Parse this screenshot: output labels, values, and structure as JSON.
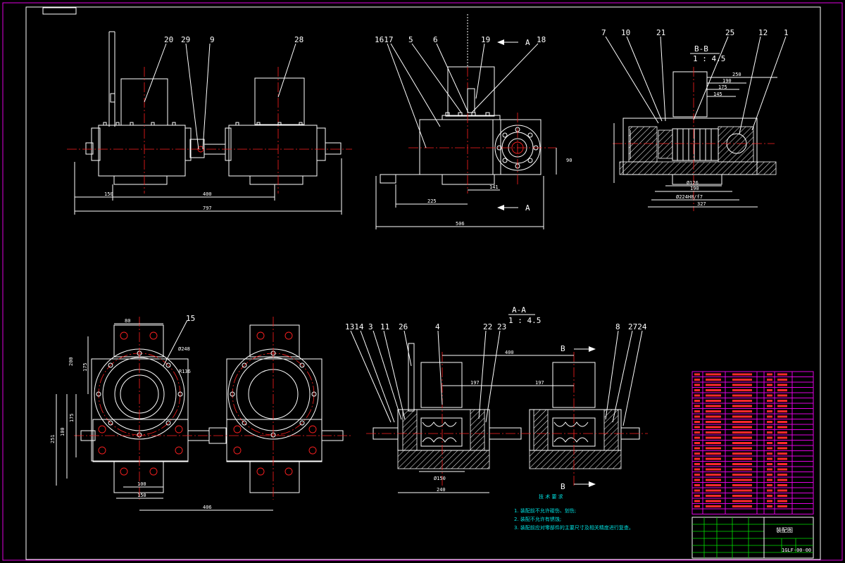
{
  "drawing": {
    "sheet_number": "",
    "section_bb": {
      "title": "B-B",
      "scale": "1 : 4.5"
    },
    "section_aa": {
      "title": "A-A",
      "scale": "1 : 4.5"
    },
    "view_markers": {
      "a_top": "A",
      "a_bottom": "A",
      "b_top": "B",
      "b_bottom": "B"
    },
    "callouts": {
      "c20": "20",
      "c29": "29",
      "c9": "9",
      "c28": "28",
      "c1617": "1617",
      "c5": "5",
      "c6": "6",
      "c19": "19",
      "c18": "18",
      "c7": "7",
      "c10": "10",
      "c21": "21",
      "c25": "25",
      "c12": "12",
      "c1": "1",
      "c15": "15",
      "c1314": "1314",
      "c3": "3",
      "c11": "11",
      "c26": "26",
      "c4": "4",
      "c22": "22",
      "c23": "23",
      "c8": "8",
      "c2724": "2724"
    },
    "dimensions": {
      "d150a": "150",
      "d400a": "400",
      "d797": "797",
      "d225": "225",
      "d506": "506",
      "d141": "141",
      "d90": "90",
      "d250": "250",
      "d190": "190",
      "d175": "175",
      "d145": "145",
      "d126": "Ø126",
      "d190b": "190",
      "d224": "Ø224H8/f7",
      "d327": "327",
      "d80": "80",
      "d200": "200",
      "d175b": "175",
      "d251": "251",
      "d100": "100",
      "d175c": "175",
      "d248": "Ø248",
      "dR136": "R136",
      "d100b": "100",
      "d150b": "150",
      "d406": "406",
      "d400b": "400",
      "d197a": "197",
      "d197b": "197",
      "d150c": "Ø150",
      "d240": "240"
    },
    "tech_requirements": {
      "title": "技 术 要 求",
      "items": [
        "1. 装配前不允许碰伤、划伤;",
        "2. 装配不允许有锈蚀;",
        "3. 装配前应对零部件的主要尺寸及相关精度进行复查。"
      ]
    },
    "title_block": {
      "drawing_name": "装配图",
      "drawing_code": "1GLF-00-00"
    }
  }
}
